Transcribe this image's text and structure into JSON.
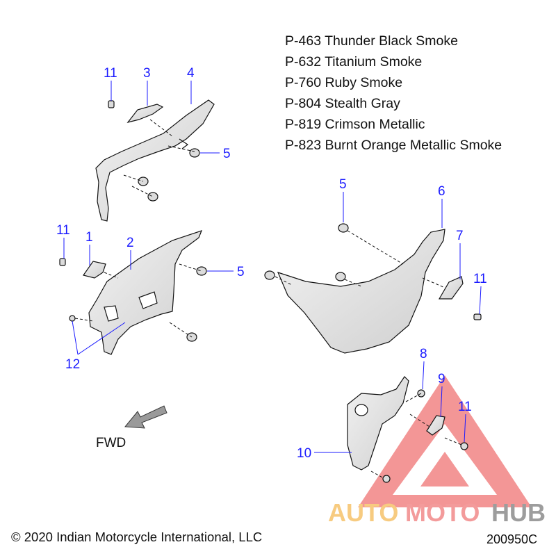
{
  "legend": {
    "items": [
      "P-463 Thunder Black Smoke",
      "P-632 Titanium Smoke",
      "P-760 Ruby Smoke",
      "P-804 Stealth Gray",
      "P-819 Crimson Metallic",
      "P-823 Burnt Orange Metallic Smoke"
    ]
  },
  "callouts": {
    "c11a": "11",
    "c3": "3",
    "c4": "4",
    "c5a": "5",
    "c11b": "11",
    "c1": "1",
    "c2": "2",
    "c5b": "5",
    "c12": "12",
    "c5c": "5",
    "c6": "6",
    "c7": "7",
    "c11c": "11",
    "c8": "8",
    "c9": "9",
    "c11d": "11",
    "c10": "10"
  },
  "fwd_label": "FWD",
  "copyright": "© 2020 Indian Motorcycle International, LLC",
  "doc_number": "200950C",
  "watermark": {
    "part_auto": "AUTO",
    "part_moto": "MOTO",
    "part_hub": "HUB",
    "colors": {
      "auto": "#f6c26b",
      "moto": "#f28a8a",
      "hub": "#8c8c8c",
      "triangle": "#ef6f6f"
    }
  },
  "colors": {
    "callout": "#1a1aff",
    "line": "#111111",
    "part_fill": "#e3e3e3"
  }
}
